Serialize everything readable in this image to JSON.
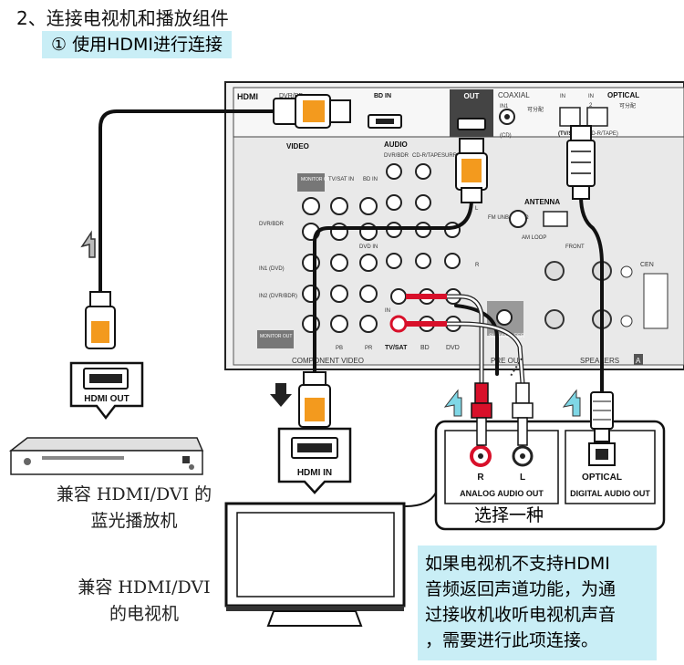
{
  "heading": "2、连接电视机和播放组件",
  "subheading": "① 使用HDMI进行连接",
  "receiver": {
    "hdmi_label": "HDMI",
    "dvr_label": "DVR/BD",
    "bd_in_label": "BD IN",
    "out_label": "OUT",
    "coaxial_label": "COAXIAL",
    "in1_label": "IN1",
    "cd_label": "(CD)",
    "assignable": "可分配",
    "optical_label": "OPTICAL",
    "in_label": "IN",
    "in2_label": "2",
    "tvsat_label": "(TV/SAT)",
    "cdr_label": "(CD-R/TAPE)",
    "video_label": "VIDEO",
    "audio_label": "AUDIO",
    "dvrbdr_label": "DVR/BDR",
    "cdr_tape_label": "CD-R/TAPE",
    "surr_label": "SURR",
    "monitor_out_label": "MONITOR OUT",
    "tvsat_in_label": "TV/SAT IN",
    "bd_in2_label": "BD IN",
    "antenna_label": "ANTENNA",
    "fm_unbal_label": "FM UNBAL 75 Ω",
    "am_loop_label": "AM LOOP",
    "front_label": "FRONT",
    "center_label": "CEN",
    "dvr_bdr_label": "DVR/BDR",
    "dvd_in_label": "DVD IN",
    "in1_dvd_label": "IN1 (DVD)",
    "in2_dvr_label": "IN2 (DVR/BDR)",
    "monitor_out2_label": "MONITOR OUT",
    "pb_label": "PB",
    "pr_label": "PR",
    "component_video_label": "COMPONENT VIDEO",
    "in_tvsat_label": "IN",
    "tvsat_row_label": "TV/SAT",
    "bd_row_label": "BD",
    "dvd_row_label": "DVD",
    "subwoofer_label": "SUBWOOFER",
    "preout_label": "PRE OUT",
    "speakers_label": "SPEAKERS",
    "speakers_a_label": "A",
    "l_label": "L",
    "r_label": "R"
  },
  "bluray": {
    "port_label": "HDMI OUT"
  },
  "tv": {
    "port_label": "HDMI IN"
  },
  "audio_panel": {
    "r_label": "R",
    "l_label": "L",
    "analog_label": "ANALOG AUDIO OUT",
    "optical_label": "OPTICAL",
    "digital_label": "DIGITAL AUDIO OUT",
    "choose_one": "选择一种"
  },
  "captions": {
    "bluray_line1": "兼容 HDMI/DVI 的",
    "bluray_line2": "蓝光播放机",
    "tv_line1": "兼容 HDMI/DVI",
    "tv_line2": "的电视机"
  },
  "note": {
    "line1": "如果电视机不支持HDMI",
    "line2": "音频返回声道功能，为通",
    "line3": "过接收机收听电视机声音",
    "line4": "，需要进行此项连接。"
  },
  "colors": {
    "connector_orange": "#f39a1e",
    "rca_red": "#d8102a",
    "note_bg": "#c9eef6",
    "arrow_cyan": "#7fd7e6"
  }
}
